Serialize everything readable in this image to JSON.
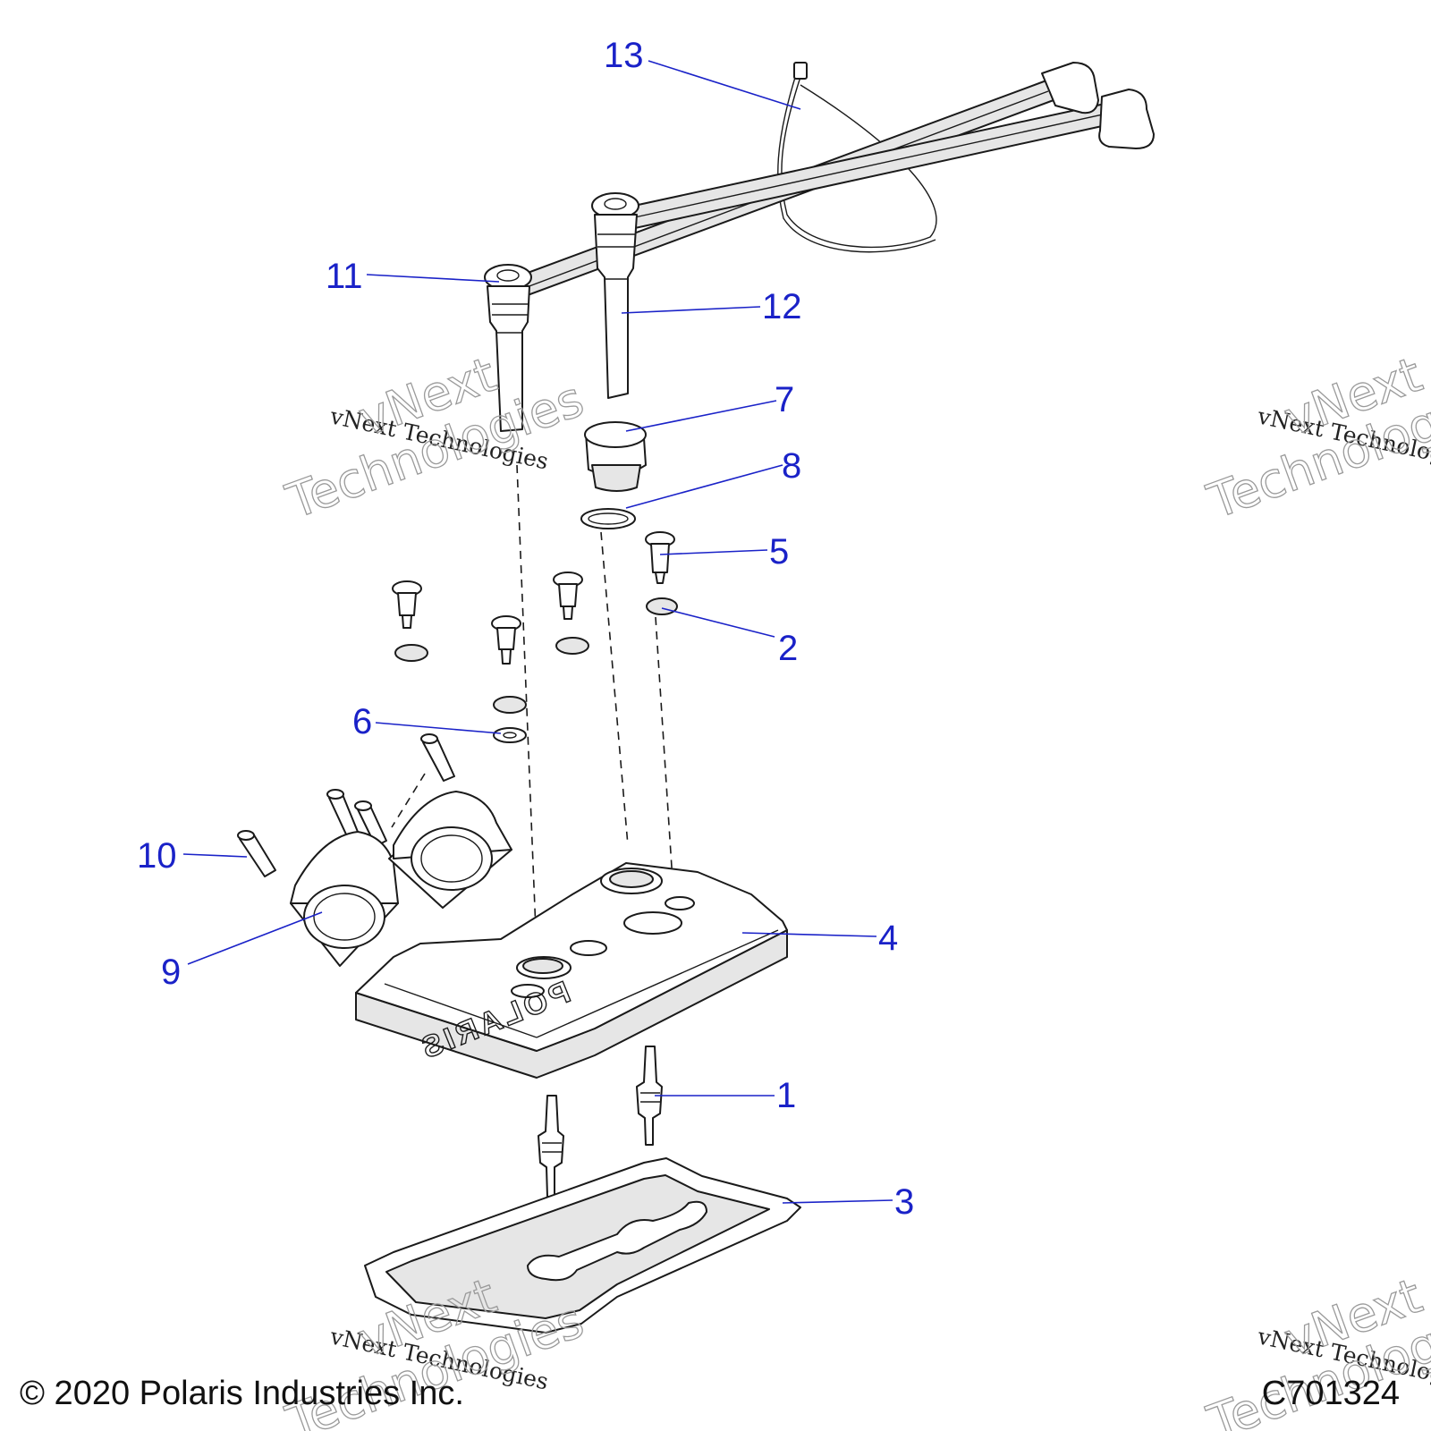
{
  "callouts": [
    {
      "id": "1",
      "label": "1"
    },
    {
      "id": "2",
      "label": "2"
    },
    {
      "id": "3",
      "label": "3"
    },
    {
      "id": "4",
      "label": "4"
    },
    {
      "id": "5",
      "label": "5"
    },
    {
      "id": "6",
      "label": "6"
    },
    {
      "id": "7",
      "label": "7"
    },
    {
      "id": "8",
      "label": "8"
    },
    {
      "id": "9",
      "label": "9"
    },
    {
      "id": "10",
      "label": "10"
    },
    {
      "id": "11",
      "label": "11"
    },
    {
      "id": "12",
      "label": "12"
    },
    {
      "id": "13",
      "label": "13"
    }
  ],
  "cover_logo": "POLARIS",
  "watermark": {
    "line_small": "vNext Technologies",
    "line_big_1": "vNext",
    "line_big_2": "Technologies"
  },
  "footer": {
    "copyright": "© 2020 Polaris Industries Inc.",
    "code": "C701324"
  },
  "colors": {
    "callout": "#1a22c8",
    "line": "#1a1a1a",
    "shade": "#e6e6e6"
  }
}
